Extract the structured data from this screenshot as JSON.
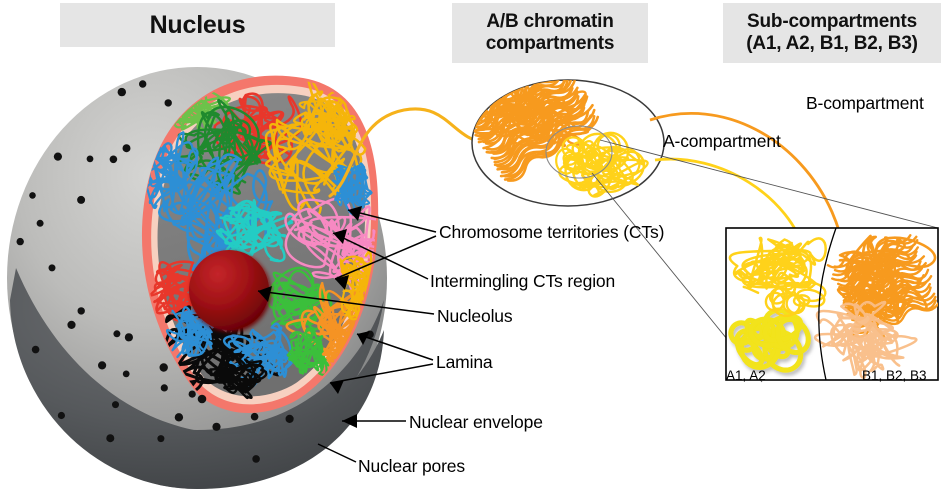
{
  "headers": {
    "nucleus": "Nucleus",
    "ab_compartments": "A/B chromatin\ncompartments",
    "ab_compartments_line1": "A/B chromatin",
    "ab_compartments_line2": "compartments",
    "sub_compartments_line1": "Sub-compartments",
    "sub_compartments_line2": "(A1, A2, B1, B2, B3)"
  },
  "labels": {
    "chromosome_territories": "Chromosome territories (CTs)",
    "intermingling": "Intermingling CTs region",
    "nucleolus": "Nucleolus",
    "lamina": "Lamina",
    "nuclear_envelope": "Nuclear envelope",
    "nuclear_pores": "Nuclear pores",
    "a_compartment": "A-compartment",
    "b_compartment": "B-compartment",
    "subbox_left": "A1, A2",
    "subbox_right": "B1, B2, B3"
  },
  "colors": {
    "header_bg": "#e5e5e5",
    "envelope_light": "#b9b9b9",
    "envelope_dark": "#4a4d50",
    "lamina": "#f4776b",
    "nucleoplasm": "#7d7d7d",
    "nucleolus": "#9c0d10",
    "pore": "#111111",
    "a_compartment": "#ffd21a",
    "b_compartment": "#f79a1e",
    "ct_green_light": "#6cc24a",
    "ct_green_dark": "#1f8a2e",
    "ct_red": "#e8372b",
    "ct_yellow": "#f5b50a",
    "ct_blue": "#2d8fd5",
    "ct_cyan": "#23ccc4",
    "ct_pink": "#f789c2",
    "ct_orange": "#f59324",
    "ct_black": "#0a0a0a",
    "ct_green_mid": "#3bbf3b",
    "leader": "#000000",
    "thin_leader": "#555555"
  },
  "chart_data": {
    "type": "diagram",
    "title": "Hierarchical organization of the nucleus",
    "panels": [
      {
        "name": "Nucleus",
        "features": [
          "Nuclear envelope",
          "Nuclear pores",
          "Lamina",
          "Nucleolus",
          "Chromosome territories (CTs)",
          "Intermingling CTs region"
        ],
        "territory_colors": [
          "green",
          "dark green",
          "red",
          "yellow",
          "blue",
          "cyan",
          "pink",
          "orange",
          "black",
          "light green"
        ]
      },
      {
        "name": "A/B chromatin compartments",
        "features": [
          "A-compartment",
          "B-compartment"
        ],
        "a_color": "#ffd21a",
        "b_color": "#f79a1e"
      },
      {
        "name": "Sub-compartments (A1, A2, B1, B2, B3)",
        "features": [
          "A1, A2",
          "B1, B2, B3"
        ]
      }
    ]
  }
}
